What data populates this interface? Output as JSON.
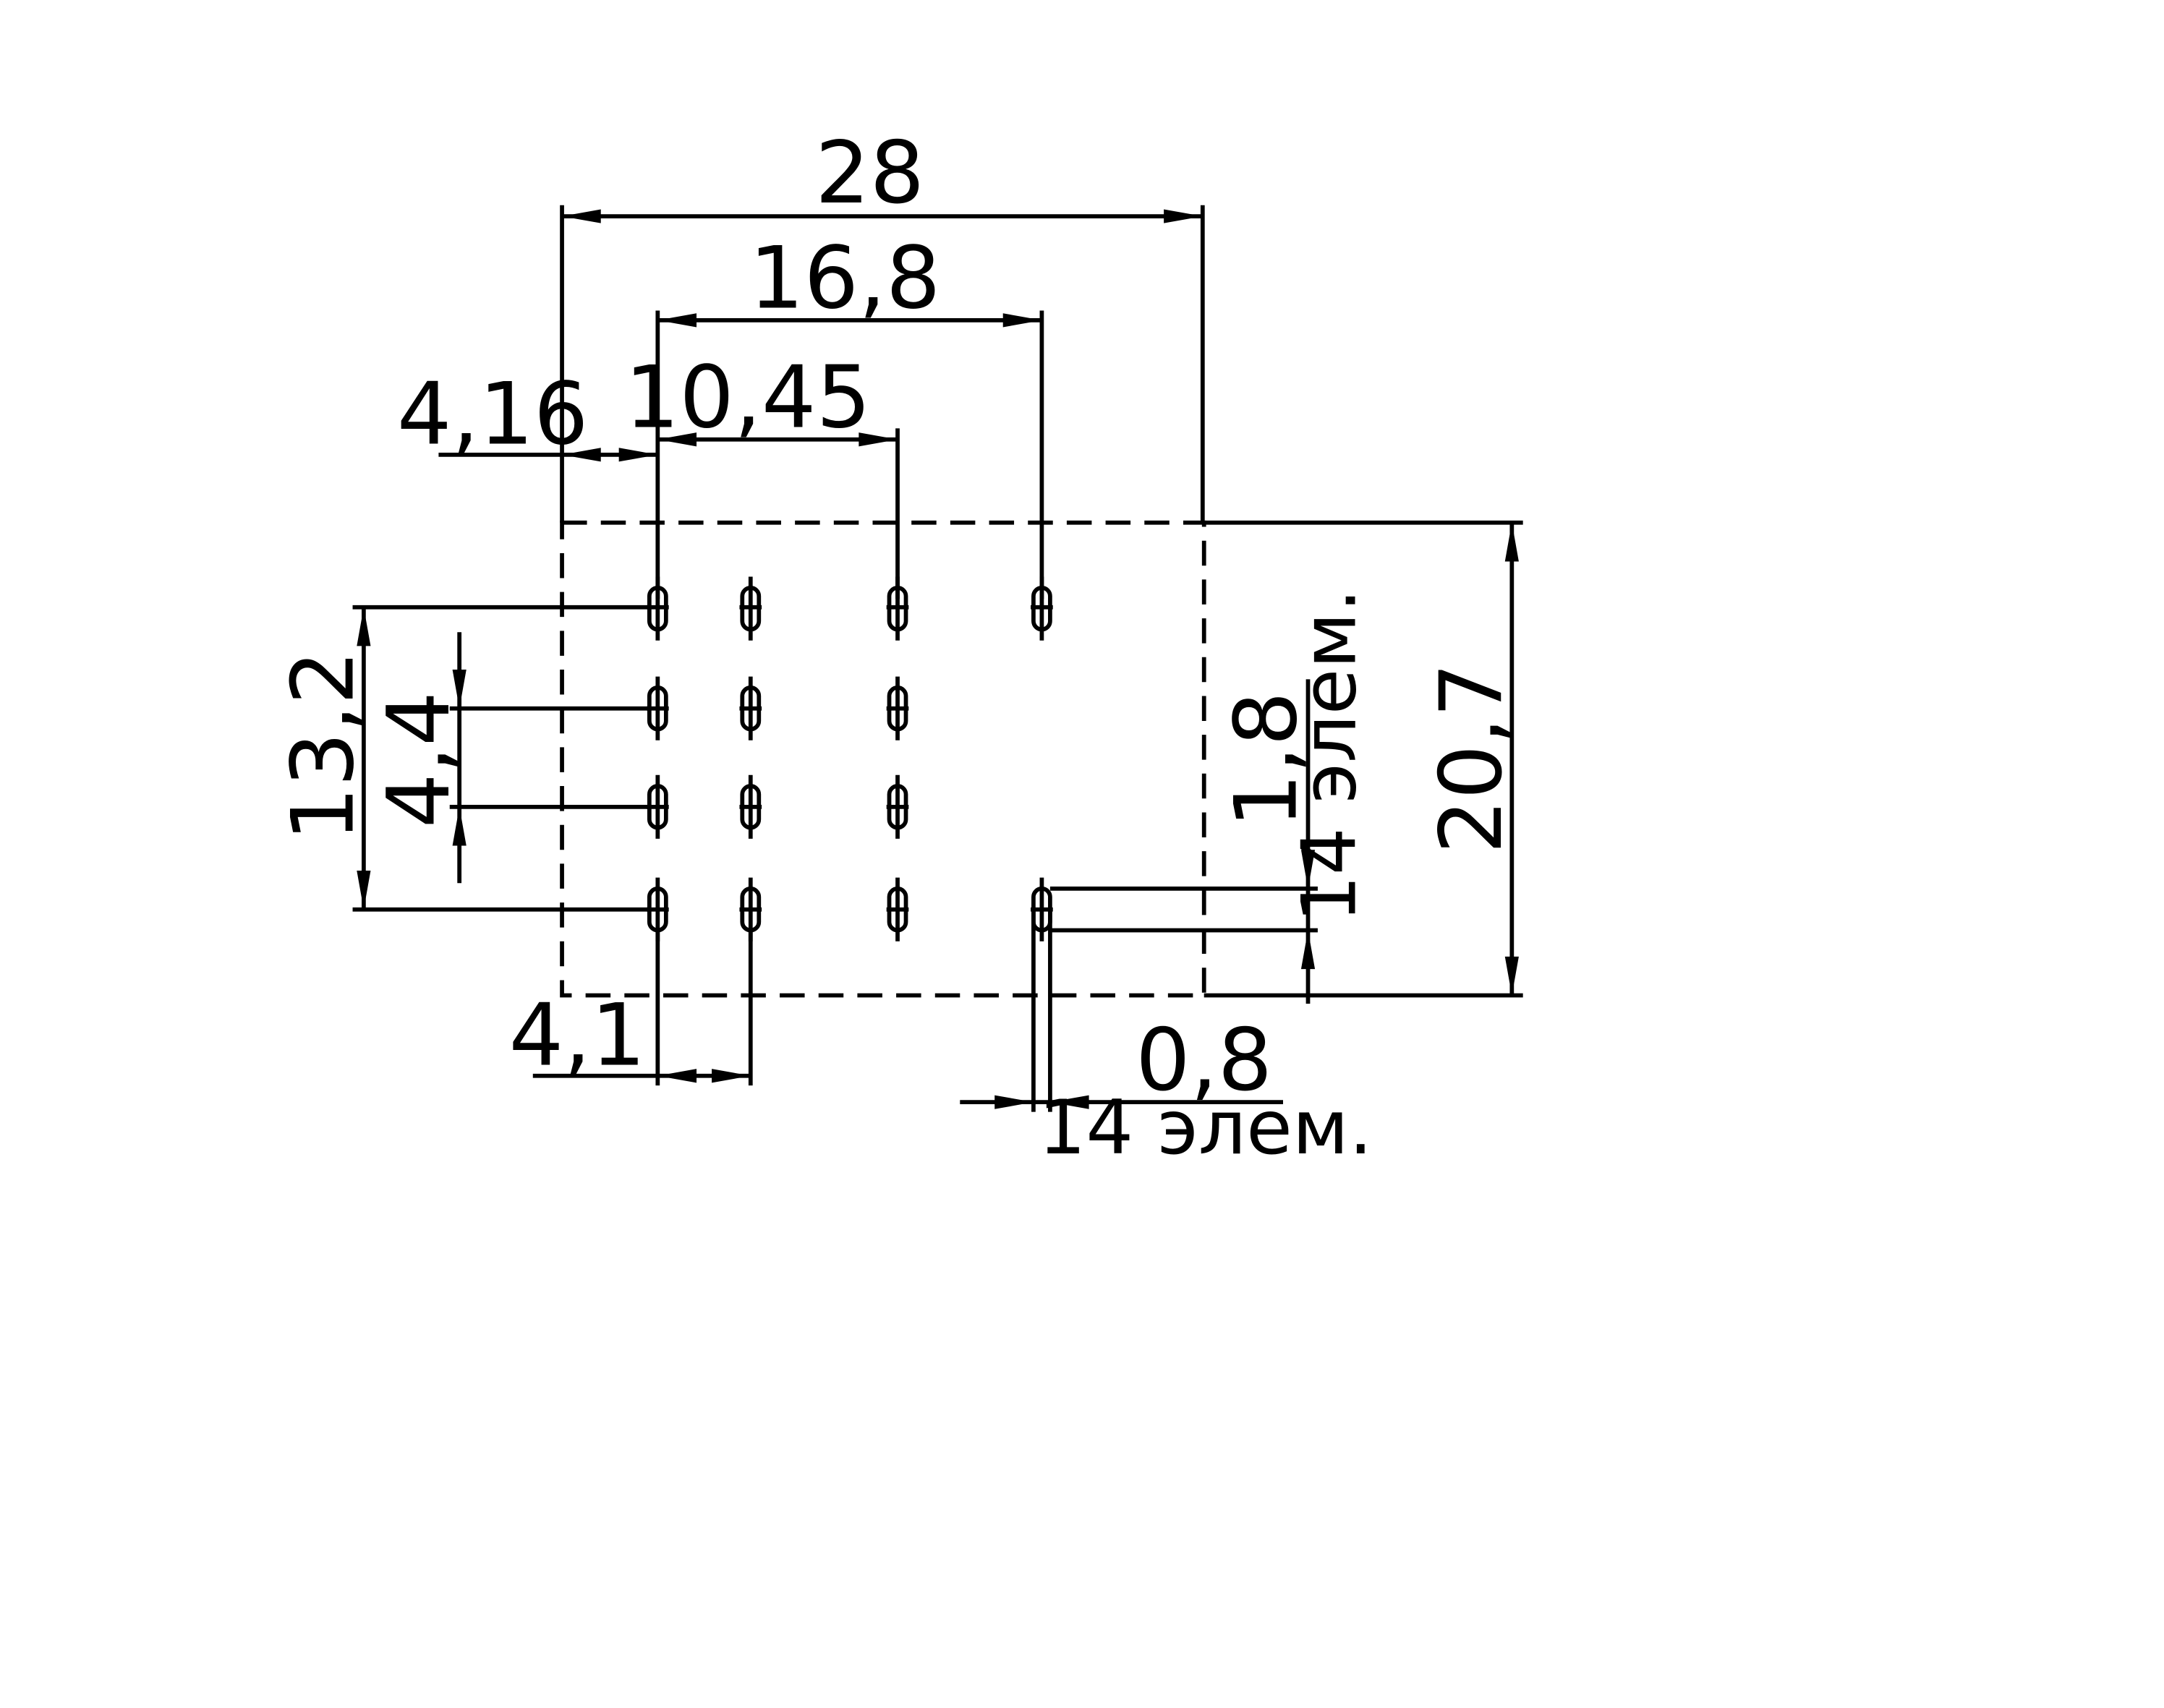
{
  "drawing": {
    "dimensions": {
      "overall_width": "28",
      "row_span_16_8": "16,8",
      "row_span_10_45": "10,45",
      "edge_offset": "4,16",
      "column_span": "13,2",
      "pin_pitch_4_4": "4,4",
      "overall_height": "20,7",
      "pin_pitch_4_1": "4,1",
      "pin_length": "1,8",
      "pin_width": "0,8"
    },
    "notes": {
      "pin_length_count": "14 элем.",
      "pin_width_count": "14 элем."
    }
  }
}
